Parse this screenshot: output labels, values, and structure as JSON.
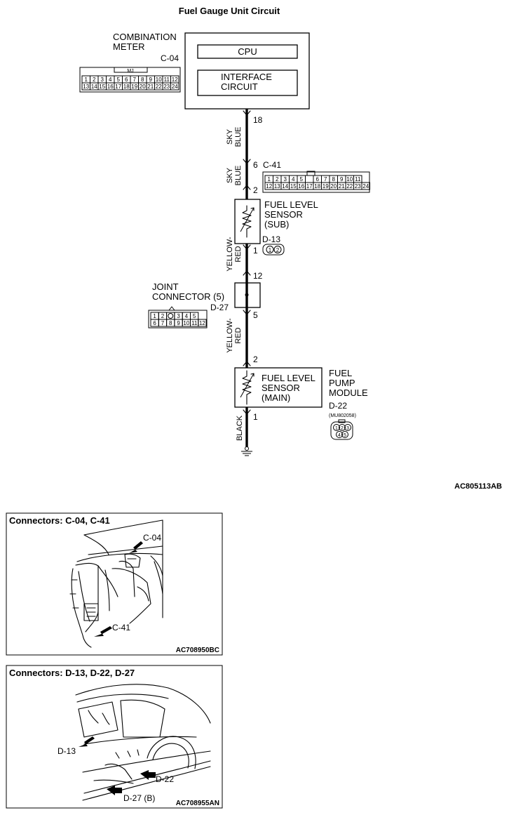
{
  "title": "Fuel Gauge Unit Circuit",
  "figure_id": "AC805113AB",
  "meter": {
    "label_line1": "COMBINATION",
    "label_line2": "METER",
    "connector": "C-04",
    "cpu": "CPU",
    "interface_line1": "INTERFACE",
    "interface_line2": "CIRCUIT",
    "connector_key": "MJ",
    "pins_top": [
      "1",
      "2",
      "3",
      "4",
      "5",
      "6",
      "7",
      "8",
      "9",
      "10",
      "11",
      "12"
    ],
    "pins_bottom": [
      "13",
      "14",
      "15",
      "16",
      "17",
      "18",
      "19",
      "20",
      "21",
      "22",
      "23",
      "24"
    ]
  },
  "wires": {
    "sky_line1": "SKY",
    "sky_line2": "BLUE",
    "yellow_line1": "YELLOW-",
    "yellow_line2": "RED",
    "black": "BLACK"
  },
  "pins": {
    "p18": "18",
    "p6": "6",
    "p2a": "2",
    "p1a": "1",
    "p12": "12",
    "p5": "5",
    "p2b": "2",
    "p1b": "1"
  },
  "c41": {
    "connector": "C-41",
    "pins_top": [
      "1",
      "2",
      "3",
      "4",
      "5",
      "6",
      "7",
      "8",
      "9",
      "10",
      "11"
    ],
    "pins_bottom": [
      "12",
      "13",
      "14",
      "15",
      "16",
      "17",
      "18",
      "19",
      "20",
      "21",
      "22",
      "23",
      "24"
    ]
  },
  "sub_sensor": {
    "line1": "FUEL LEVEL",
    "line2": "SENSOR",
    "line3": "(SUB)",
    "connector": "D-13",
    "pins": [
      "1",
      "2"
    ]
  },
  "joint": {
    "line1": "JOINT",
    "line2": "CONNECTOR (5)",
    "connector": "D-27",
    "pins_top": [
      "1",
      "2",
      "3",
      "4",
      "5"
    ],
    "pins_bottom": [
      "6",
      "7",
      "8",
      "9",
      "10",
      "11",
      "12"
    ]
  },
  "main_sensor": {
    "line1": "FUEL LEVEL",
    "line2": "SENSOR",
    "line3": "(MAIN)"
  },
  "pump": {
    "line1": "FUEL",
    "line2": "PUMP",
    "line3": "MODULE",
    "connector": "D-22",
    "part": "(MU802058)",
    "pins": [
      "1",
      "2",
      "3",
      "4",
      "5"
    ]
  },
  "panel1": {
    "title": "Connectors: C-04, C-41",
    "callout_a": "C-04",
    "callout_b": "C-41",
    "figure_id": "AC708950BC"
  },
  "panel2": {
    "title": "Connectors: D-13, D-22, D-27",
    "callout_a": "D-13",
    "callout_b": "D-22",
    "callout_c": "D-27 (B)",
    "figure_id": "AC708955AN"
  }
}
